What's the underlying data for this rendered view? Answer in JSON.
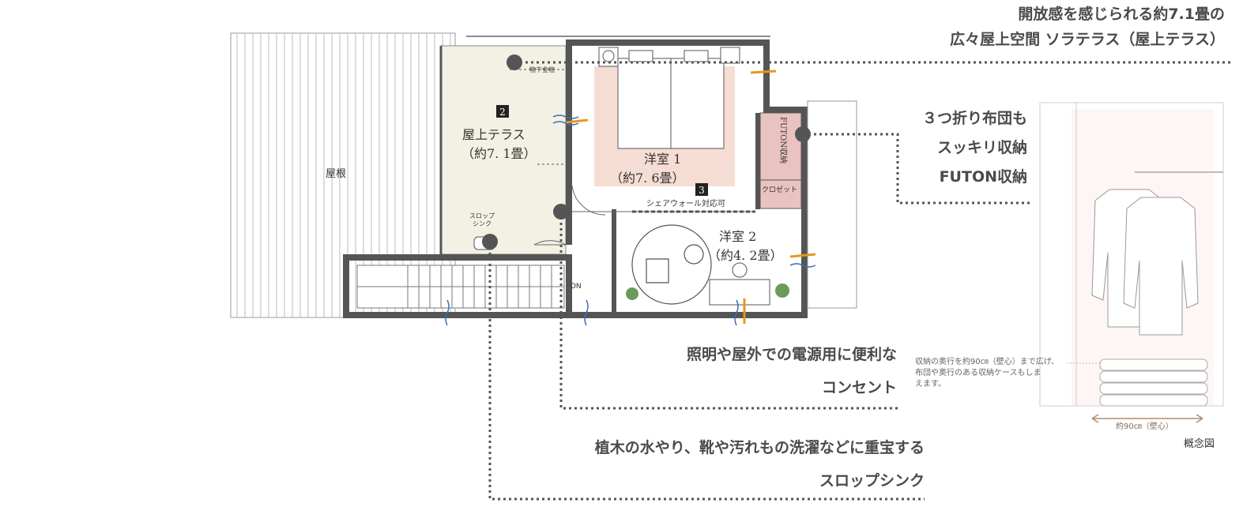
{
  "callouts": {
    "terrace": {
      "line1": "開放感を感じられる約7.1畳の",
      "line2": "広々屋上空間 ソラテラス（屋上テラス）"
    },
    "futon": {
      "line1": "３つ折り布団も",
      "line2": "スッキリ収納",
      "line3": "FUTON収納"
    },
    "outlet": {
      "line1": "照明や屋外での電源用に便利な",
      "line2": "コンセント"
    },
    "sink": {
      "line1": "植木の水やり、靴や汚れもの洗濯などに重宝する",
      "line2": "スロップシンク"
    }
  },
  "floorplan": {
    "roof_label": "屋根",
    "terrace_badge": "2",
    "terrace_name": "屋上テラス",
    "terrace_size": "（約7. 1畳）",
    "laundry_label": "物干金物",
    "bedroom1_name": "洋室 1",
    "bedroom1_size": "（約7. 6畳）",
    "share_badge": "3",
    "share_wall": "シェアウォール対応可",
    "futon_storage": "FUTON収納",
    "closet": "クロゼット",
    "bedroom2_name": "洋室 2",
    "bedroom2_size": "（約4. 2畳）",
    "sink_label1": "スロップ",
    "sink_label2": "シンク",
    "stair_dn": "DN"
  },
  "concept": {
    "note_line1": "収納の奥行を約90㎝（壁心）まで広げ、",
    "note_line2": "布団や奥行のある収納ケースもしま",
    "note_line3": "えます。",
    "depth": "約90㎝（壁心）",
    "caption": "概念図"
  },
  "colors": {
    "terrace_fill": "#f3f1e4",
    "bedroom_highlight": "#f6ddd3",
    "futon_fill": "#e9c3bf",
    "wall": "#555555",
    "marker": "#555555",
    "accent_orange": "#e8961e",
    "accent_blue": "#3a6fb0"
  }
}
